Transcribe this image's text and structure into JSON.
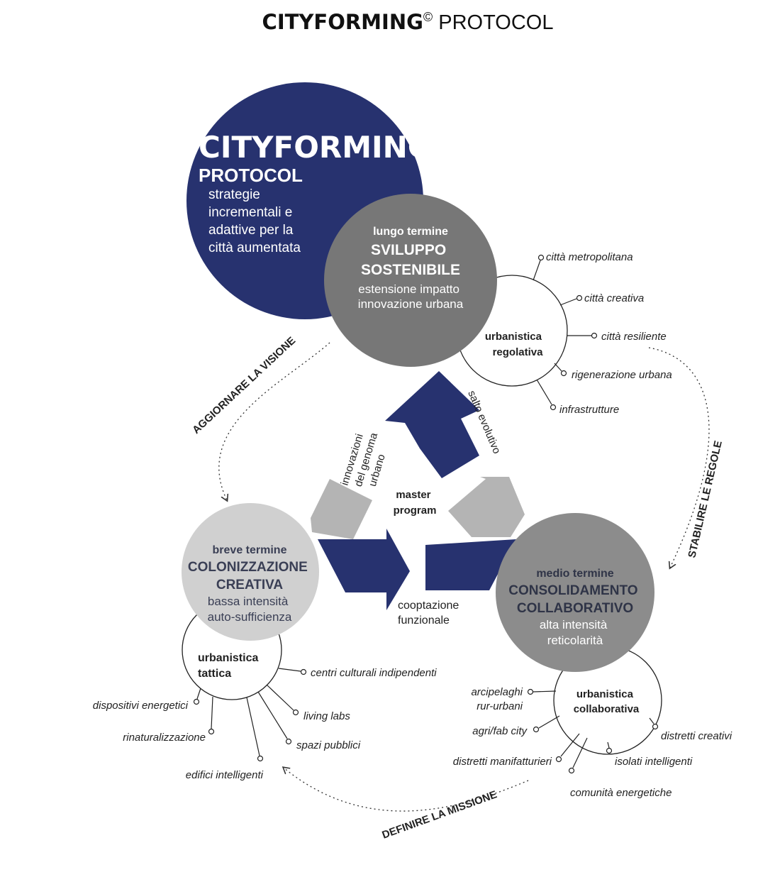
{
  "header": {
    "title_main": "CITYFORMING",
    "title_sup": "©",
    "title_rest": " PROTOCOL"
  },
  "main_circle": {
    "title": "CITYFORMING",
    "subtitle": "PROTOCOL",
    "lines": [
      "strategie",
      "incrementali e",
      "adattive per la",
      "città aumentata"
    ],
    "color": "#27326f"
  },
  "long_term": {
    "term": "lungo termine",
    "title": [
      "SVILUPPO",
      "SOSTENIBILE"
    ],
    "lines": [
      "estensione impatto",
      "innovazione urbana"
    ],
    "color": "#777777"
  },
  "short_term": {
    "term": "breve termine",
    "title": [
      "COLONIZZAZIONE",
      "CREATIVA"
    ],
    "lines": [
      "bassa intensità",
      "auto-sufficienza"
    ],
    "color": "#d0d0d0"
  },
  "medium_term": {
    "term": "medio termine",
    "title": [
      "CONSOLIDAMENTO",
      "COLLABORATIVO"
    ],
    "lines": [
      "alta intensità",
      "reticolarità"
    ],
    "color": "#8c8c8c"
  },
  "regolativa": {
    "label": [
      "urbanistica",
      "regolativa"
    ],
    "items": [
      "città metropolitana",
      "città creativa",
      "città resiliente",
      "rigenerazione urbana",
      "infrastrutture"
    ]
  },
  "tattica": {
    "label": [
      "urbanistica",
      "tattica"
    ],
    "items": [
      "centri culturali indipendenti",
      "dispositivi energetici",
      "living labs",
      "rinaturalizzazione",
      "spazi pubblici",
      "edifici intelligenti"
    ]
  },
  "collaborativa": {
    "label": [
      "urbanistica",
      "collaborativa"
    ],
    "items": [
      "arcipelaghi",
      "rur-urbani",
      "agri/fab city",
      "distretti creativi",
      "distretti manifatturieri",
      "isolati intelligenti",
      "comunità energetiche"
    ]
  },
  "cycle": {
    "center": [
      "master",
      "program"
    ],
    "left_arrow": [
      "innovazioni",
      "del genoma",
      "urbano"
    ],
    "right_arrow": "salto evolutivo",
    "bottom_arrow": [
      "cooptazione",
      "funzionale"
    ]
  },
  "loop_labels": {
    "vision": "AGGIORNARE LA VISIONE",
    "rules": "STABILIRE LE REGOLE",
    "mission": "DEFINIRE LA MISSIONE"
  },
  "colors": {
    "navy": "#27326f",
    "gray_arrow": "#b4b4b4"
  }
}
